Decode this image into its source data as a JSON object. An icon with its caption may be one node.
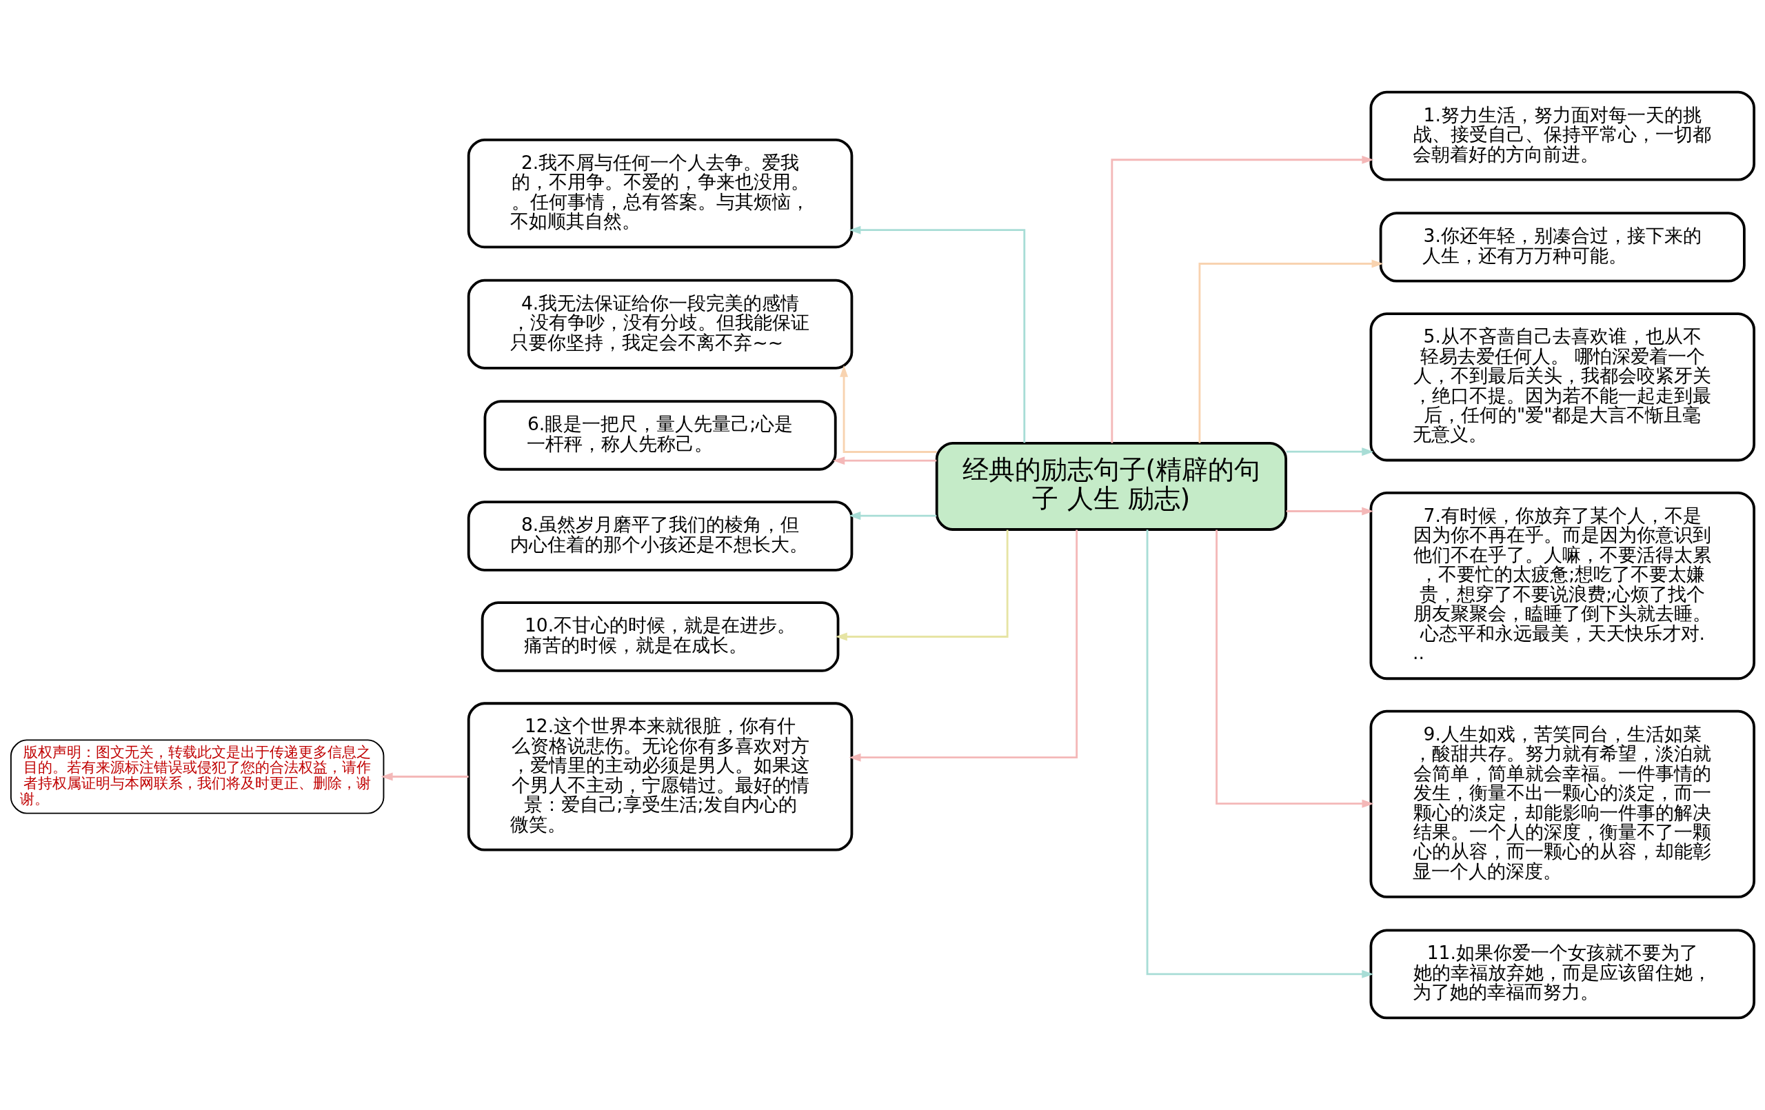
{
  "diagram": {
    "nodes": [
      {
        "text": [
          "经典的励志句子(精辟的句子 人生 励志)"
        ]
      },
      {
        "text": [
          "1.努力生活，努力面对每一天的挑战、接受自己、保持平常心，一切都会朝着好的方向前进。"
        ]
      },
      {
        "text": [
          "2.我不屑与任何一个人去争。爱我的，不用争。不爱的，争来也没用。。任何事情，总有答案。与其烦恼，不如顺其自然。"
        ]
      },
      {
        "text": [
          "3.你还年轻，别凑合过，接下来的人生，还有万万种可能。"
        ]
      },
      {
        "text": [
          "4.我无法保证给你一段完美的感情，没有争吵，没有分歧。但我能保证只要你坚持，我定会不离不弃~~"
        ]
      },
      {
        "text": [
          "5.从不吝啬自己去喜欢谁，也从不轻易去爱任何人。 哪怕深爱着一个人，不到最后关头，我都会咬紧牙关，绝口不提。因为若不能一起走到最后，任何的\"爱\"都是大言不惭且毫无意义。"
        ]
      },
      {
        "text": [
          "6.眼是一把尺，量人先量己;心是一杆秤，称人先称己。"
        ]
      },
      {
        "text": [
          "7.有时候，你放弃了某个人，不是因为你不再在乎。而是因为你意识到他们不在乎了。人嘛，不要活得太累，不要忙的太疲惫;想吃了不要太嫌贵，想穿了不要说浪费;心烦了找个朋友聚聚会，瞌睡了倒下头就去睡。心态平和永远最美，天天快乐才对..."
        ]
      },
      {
        "text": [
          "8.虽然岁月磨平了我们的棱角，但内心住着的那个小孩还是不想长大。"
        ]
      },
      {
        "text": [
          "9.人生如戏，苦笑同台，生活如菜，酸甜共存。努力就有希望，淡泊就会简单，简单就会幸福。一件事情的发生，衡量不出一颗心的淡定，而一颗心的淡定，却能影响一件事的解决结果。一个人的深度，衡量不了一颗心的从容，而一颗心的从容，却能彰显一个人的深度。"
        ]
      },
      {
        "text": [
          "10.不甘心的时候，就是在进步。痛苦的时候，就是在成长。"
        ]
      },
      {
        "text": [
          "11.如果你爱一个女孩就不要为了她的幸福放弃她，而是应该留住她，为了她的幸福而努力。"
        ]
      },
      {
        "text": [
          "12.这个世界本来就很脏，你有什么资格说悲伤。无论你有多喜欢对方，爱情里的主动必须是男人。如果这个男人不主动，宁愿错过。最好的情景：爱自己;享受生活;发自内心的微笑。"
        ]
      },
      {
        "text": [
          "版权声明：图文无关，转载此文是出于传递更多信息之目的。若有来源标注错误或侵犯了您的合法权益，请作者持权属证明与本网联系，我们将及时更正、删除，谢谢。"
        ]
      }
    ],
    "edges": [
      {
        "from": 0,
        "to": 1,
        "arrow": "to",
        "color": "#f4b8b8"
      },
      {
        "from": 0,
        "to": 2,
        "arrow": "to",
        "color": "#a8ddd6"
      },
      {
        "from": 0,
        "to": 3,
        "arrow": "to",
        "color": "#f8d3b0"
      },
      {
        "from": 0,
        "to": 4,
        "arrow": "to",
        "color": "#f8d3b0"
      },
      {
        "from": 0,
        "to": 5,
        "arrow": "to",
        "color": "#a8ddd6"
      },
      {
        "from": 0,
        "to": 6,
        "arrow": "to",
        "color": "#f4b8b8"
      },
      {
        "from": 0,
        "to": 7,
        "arrow": "to",
        "color": "#f4b8b8"
      },
      {
        "from": 0,
        "to": 8,
        "arrow": "to",
        "color": "#a8ddd6"
      },
      {
        "from": 0,
        "to": 9,
        "arrow": "to",
        "color": "#f4b8b8"
      },
      {
        "from": 0,
        "to": 10,
        "arrow": "to",
        "color": "#e6e4a4"
      },
      {
        "from": 0,
        "to": 11,
        "arrow": "to",
        "color": "#a8ddd6"
      },
      {
        "from": 0,
        "to": 12,
        "arrow": "to",
        "color": "#f4b8b8"
      },
      {
        "from": 12,
        "to": 13,
        "arrow": "to",
        "color": "#f4b8b8"
      }
    ]
  }
}
